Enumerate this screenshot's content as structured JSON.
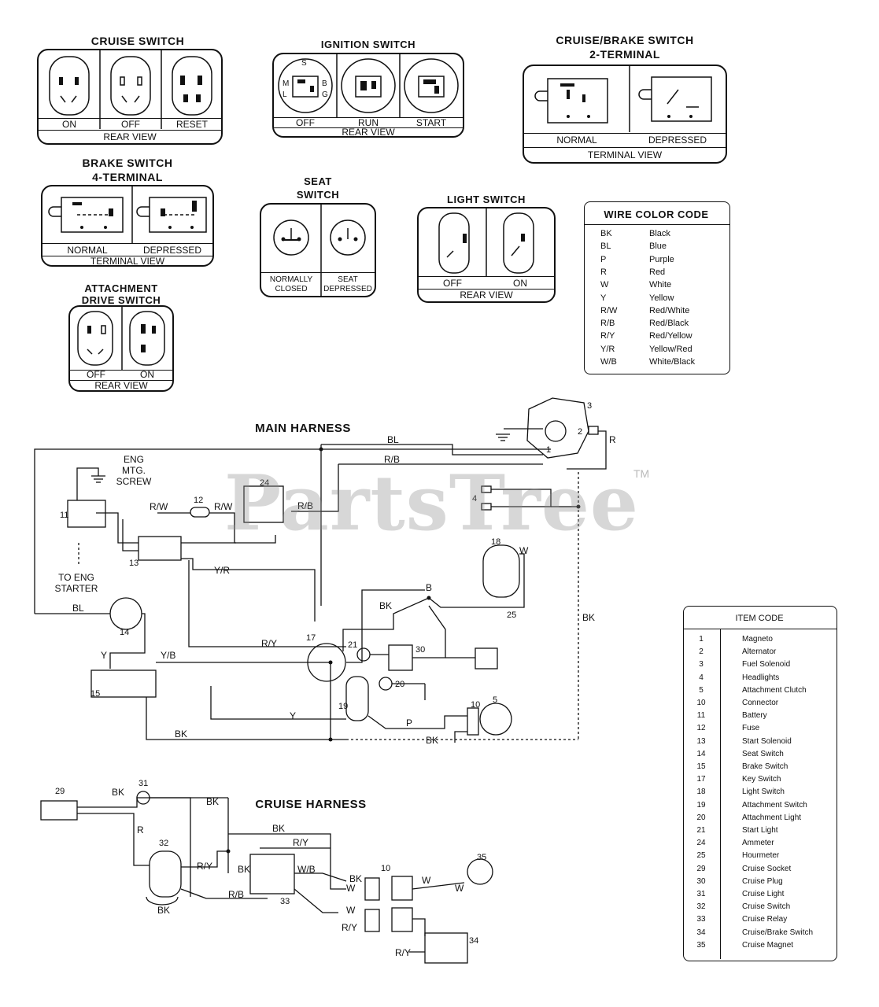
{
  "switches": {
    "cruise_switch": {
      "title": "CRUISE SWITCH",
      "states": [
        "ON",
        "OFF",
        "RESET"
      ],
      "view": "REAR VIEW"
    },
    "ignition_switch": {
      "title": "IGNITION SWITCH",
      "states": [
        "OFF",
        "RUN",
        "START"
      ],
      "view": "REAR VIEW",
      "terminals": {
        "s": "S",
        "m": "M",
        "b": "B",
        "l": "L",
        "g": "G"
      }
    },
    "cruise_brake_switch": {
      "title_line1": "CRUISE/BRAKE SWITCH",
      "title_line2": "2-TERMINAL",
      "states": [
        "NORMAL",
        "DEPRESSED"
      ],
      "view": "TERMINAL VIEW"
    },
    "brake_switch": {
      "title_line1": "BRAKE SWITCH",
      "title_line2": "4-TERMINAL",
      "states": [
        "NORMAL",
        "DEPRESSED"
      ],
      "view": "TERMINAL VIEW"
    },
    "seat_switch": {
      "title_line1": "SEAT",
      "title_line2": "SWITCH",
      "state1_line1": "NORMALLY",
      "state1_line2": "CLOSED",
      "state2_line1": "SEAT",
      "state2_line2": "DEPRESSED"
    },
    "light_switch": {
      "title": "LIGHT SWITCH",
      "states": [
        "OFF",
        "ON"
      ],
      "view": "REAR VIEW"
    },
    "attachment_drive_switch": {
      "title_line1": "ATTACHMENT",
      "title_line2": "DRIVE SWITCH",
      "states": [
        "OFF",
        "ON"
      ],
      "view": "REAR VIEW"
    }
  },
  "wire_color_code": {
    "title": "WIRE COLOR CODE",
    "rows": [
      {
        "code": "BK",
        "name": "Black"
      },
      {
        "code": "BL",
        "name": "Blue"
      },
      {
        "code": "P",
        "name": "Purple"
      },
      {
        "code": "R",
        "name": "Red"
      },
      {
        "code": "W",
        "name": "White"
      },
      {
        "code": "Y",
        "name": "Yellow"
      },
      {
        "code": "R/W",
        "name": "Red/White"
      },
      {
        "code": "R/B",
        "name": "Red/Black"
      },
      {
        "code": "R/Y",
        "name": "Red/Yellow"
      },
      {
        "code": "Y/R",
        "name": "Yellow/Red"
      },
      {
        "code": "W/B",
        "name": "White/Black"
      }
    ]
  },
  "item_code": {
    "title": "ITEM CODE",
    "rows": [
      {
        "no": "1",
        "name": "Magneto"
      },
      {
        "no": "2",
        "name": "Alternator"
      },
      {
        "no": "3",
        "name": "Fuel Solenoid"
      },
      {
        "no": "4",
        "name": "Headlights"
      },
      {
        "no": "5",
        "name": "Attachment Clutch"
      },
      {
        "no": "10",
        "name": "Connector"
      },
      {
        "no": "11",
        "name": "Battery"
      },
      {
        "no": "12",
        "name": "Fuse"
      },
      {
        "no": "13",
        "name": "Start Solenoid"
      },
      {
        "no": "14",
        "name": "Seat Switch"
      },
      {
        "no": "15",
        "name": "Brake Switch"
      },
      {
        "no": "17",
        "name": "Key Switch"
      },
      {
        "no": "18",
        "name": "Light Switch"
      },
      {
        "no": "19",
        "name": "Attachment Switch"
      },
      {
        "no": "20",
        "name": "Attachment Light"
      },
      {
        "no": "21",
        "name": "Start Light"
      },
      {
        "no": "24",
        "name": "Ammeter"
      },
      {
        "no": "25",
        "name": "Hourmeter"
      },
      {
        "no": "29",
        "name": "Cruise Socket"
      },
      {
        "no": "30",
        "name": "Cruise Plug"
      },
      {
        "no": "31",
        "name": "Cruise Light"
      },
      {
        "no": "32",
        "name": "Cruise Switch"
      },
      {
        "no": "33",
        "name": "Cruise Relay"
      },
      {
        "no": "34",
        "name": "Cruise/Brake Switch"
      },
      {
        "no": "35",
        "name": "Cruise Magnet"
      }
    ]
  },
  "main_harness": {
    "title": "MAIN HARNESS",
    "eng_label_line1": "ENG",
    "eng_label_line2": "MTG.",
    "eng_label_line3": "SCREW",
    "starter_line1": "TO ENG",
    "starter_line2": "STARTER",
    "wires": {
      "bl_top": "BL",
      "rb_top": "R/B",
      "rw_1": "R/W",
      "rw_2": "R/W",
      "rb_mid": "R/B",
      "yr": "Y/R",
      "bl_seat": "BL",
      "ry": "R/Y",
      "y_brake": "Y",
      "yb": "Y/B",
      "bk_mid": "BK",
      "b": "B",
      "bk_right": "BK",
      "w_light": "W",
      "r_eng": "R",
      "y_bottom": "Y",
      "p": "P",
      "bk_bottom": "BK",
      "bk_bottom2": "BK"
    },
    "items": {
      "n3": "3",
      "n2": "2",
      "n1": "1",
      "n4": "4",
      "n11": "11",
      "n12": "12",
      "n13": "13",
      "n14": "14",
      "n15": "15",
      "n17": "17",
      "n18": "18",
      "n19": "19",
      "n20": "20",
      "n21": "21",
      "n24": "24",
      "n25": "25",
      "n30": "30",
      "n10": "10",
      "n5": "5"
    }
  },
  "cruise_harness": {
    "title": "CRUISE HARNESS",
    "wires": {
      "bk1": "BK",
      "bk2": "BK",
      "bk3": "BK",
      "r": "R",
      "ry1": "R/Y",
      "ry2": "R/Y",
      "bk4": "BK",
      "wb": "W/B",
      "bk5": "BK",
      "w1": "W",
      "w2": "W",
      "w3": "W",
      "w4": "W",
      "rb": "R/B",
      "ry3": "R/Y",
      "bk_sw": "BK",
      "ry4": "R/Y"
    },
    "items": {
      "n29": "29",
      "n31": "31",
      "n32": "32",
      "n33": "33",
      "n10": "10",
      "n35": "35",
      "n34": "34"
    }
  },
  "watermark": {
    "text": "PartsTree",
    "tm": "TM"
  }
}
